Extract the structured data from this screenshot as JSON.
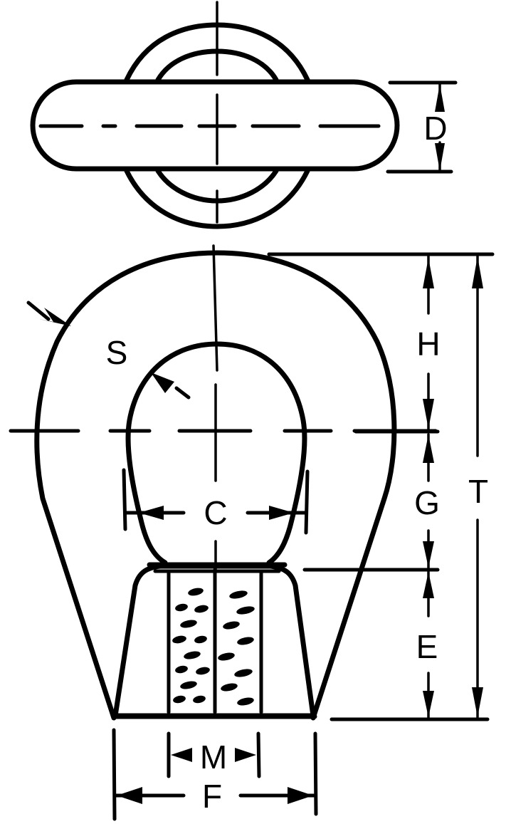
{
  "diagram": {
    "title": "Eye nut technical drawing",
    "views": [
      "top-view",
      "front-view"
    ],
    "line_color": "#000000",
    "background_color": "#ffffff",
    "dimension_labels": {
      "D": "D",
      "S": "S",
      "H": "H",
      "G": "G",
      "T": "T",
      "C": "C",
      "E": "E",
      "M": "M",
      "F": "F"
    }
  }
}
